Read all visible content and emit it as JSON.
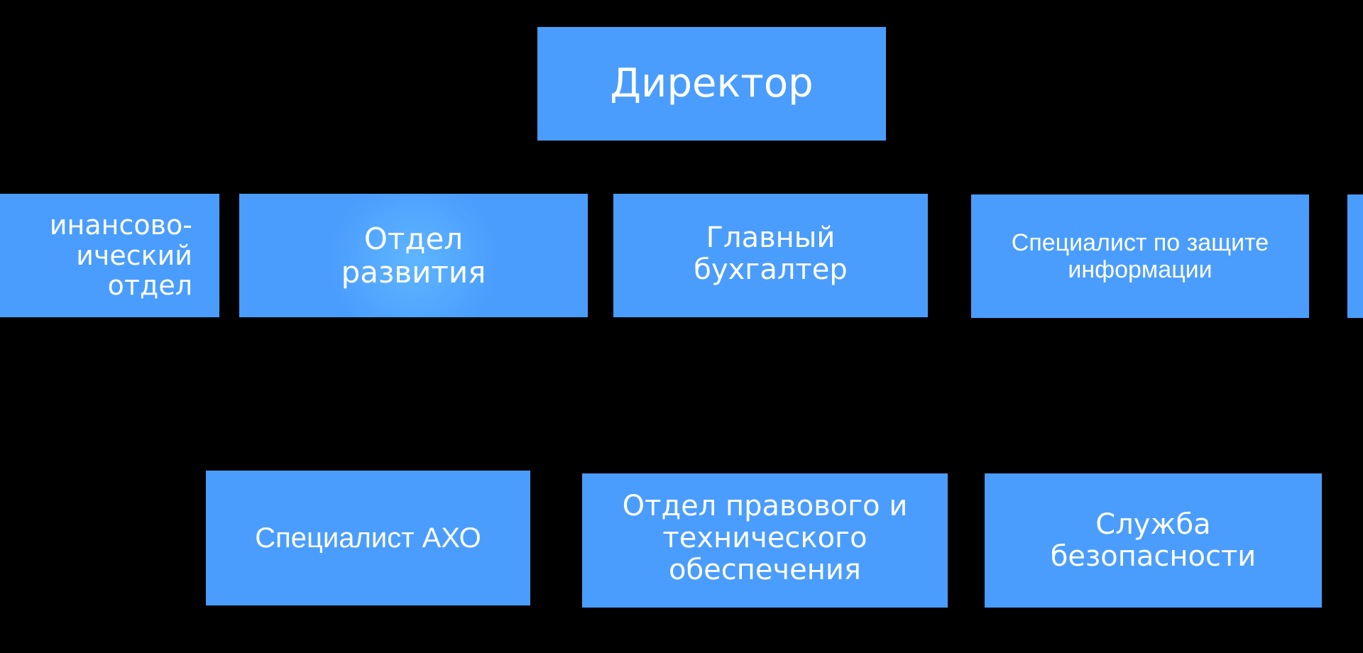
{
  "diagram": {
    "nodes": {
      "director": {
        "label": "Директор"
      },
      "finance": {
        "label": "инансово-\nический отдел"
      },
      "development": {
        "label": "Отдел\nразвития"
      },
      "chief_accountant": {
        "label": "Главный\nбухгалтер"
      },
      "info_security": {
        "label": "Специалист по защите\nинформации"
      },
      "aho": {
        "label": "Специалист АХО"
      },
      "legal_tech": {
        "label": "Отдел правового и\nтехнического\nобеспечения"
      },
      "security_service": {
        "label": "Служба\nбезопасности"
      }
    },
    "colors": {
      "background": "#000000",
      "box": "#4a9dfd",
      "text": "#ffffff"
    }
  }
}
